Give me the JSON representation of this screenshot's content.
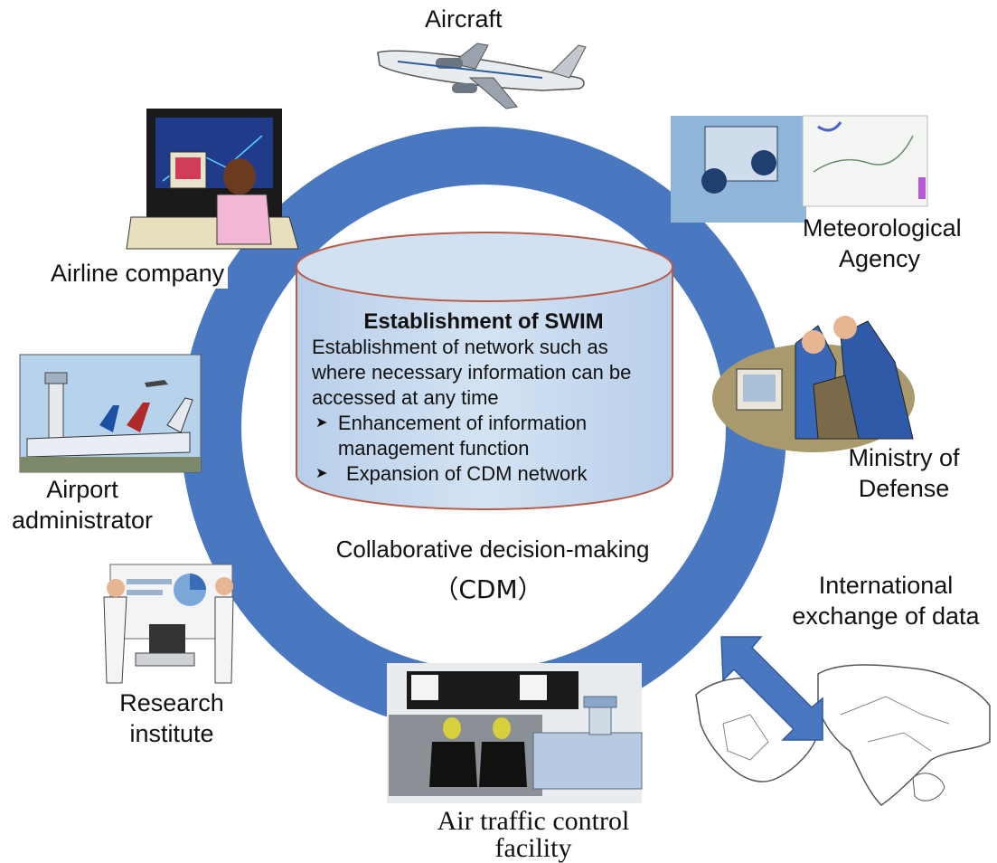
{
  "center": {
    "title": "Establishment of SWIM",
    "description": "Establishment of network such as where necessary information can be accessed at any time",
    "bullets": [
      "Enhancement of information management function",
      "Expansion of CDM network"
    ],
    "cdm_line1": "Collaborative decision-making",
    "cdm_line2": "（CDM）"
  },
  "participants": {
    "aircraft": "Aircraft",
    "meteorological_1": "Meteorological",
    "meteorological_2": "Agency",
    "defense_1": "Ministry of",
    "defense_2": "Defense",
    "international_1": "International",
    "international_2": "exchange of data",
    "atc_1": "Air traffic control",
    "atc_2": "facility",
    "research_1": "Research",
    "research_2": "institute",
    "airport_1": "Airport",
    "airport_2": "administrator",
    "airline": "Airline company"
  },
  "colors": {
    "ring": "#4a78c0",
    "cylinder_fill": "#c7d9ee",
    "cylinder_stroke": "#b65d4b",
    "arrow": "#4a78c0"
  }
}
